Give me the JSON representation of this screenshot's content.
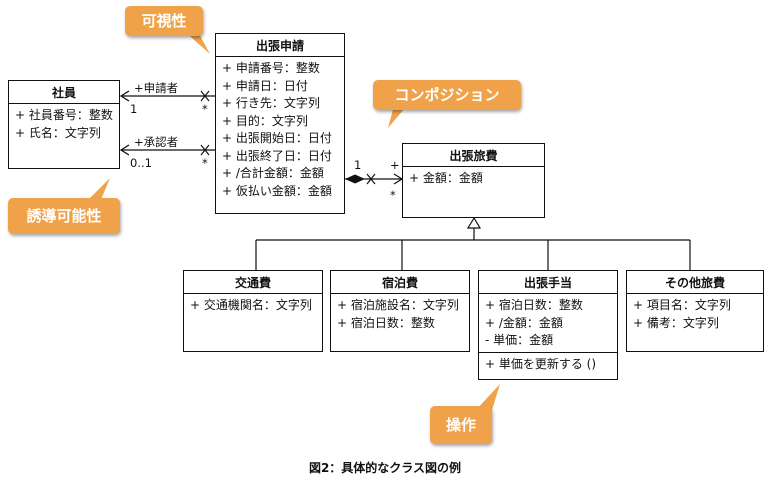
{
  "callouts": {
    "visibility": "可視性",
    "composition": "コンポジション",
    "navigability": "誘導可能性",
    "operation": "操作"
  },
  "classes": {
    "employee": {
      "name": "社員",
      "attrs": [
        "+ 社員番号：整数",
        "+ 氏名：文字列"
      ]
    },
    "trip_request": {
      "name": "出張申請",
      "attrs": [
        "+ 申請番号：整数",
        "+ 申請日：日付",
        "+ 行き先：文字列",
        "+ 目的：文字列",
        "+ 出張開始日：日付",
        "+ 出張終了日：日付",
        "+ /合計金額：金額",
        "+ 仮払い金額：金額"
      ]
    },
    "trip_expense": {
      "name": "出張旅費",
      "attrs": [
        "+ 金額：金額"
      ]
    },
    "transport": {
      "name": "交通費",
      "attrs": [
        "+ 交通機関名：文字列"
      ]
    },
    "lodging": {
      "name": "宿泊費",
      "attrs": [
        "+ 宿泊施設名：文字列",
        "+ 宿泊日数：整数"
      ]
    },
    "allowance": {
      "name": "出張手当",
      "attrs": [
        "+ 宿泊日数：整数",
        "+ /金額：金額",
        "- 単価：金額"
      ],
      "ops": [
        "+ 単価を更新する ()"
      ]
    },
    "other": {
      "name": "その他旅費",
      "attrs": [
        "+ 項目名：文字列",
        "+ 備考：文字列"
      ]
    }
  },
  "associations": {
    "applicant_role": "+申請者",
    "applicant_mult_employee": "1",
    "applicant_mult_request": "*",
    "approver_role": "+承認者",
    "approver_mult_employee": "0..1",
    "approver_mult_request": "*",
    "comp_mult_whole": "1",
    "comp_role": "+",
    "comp_mult_part": "*"
  },
  "caption": "図2：具体的なクラス図の例"
}
